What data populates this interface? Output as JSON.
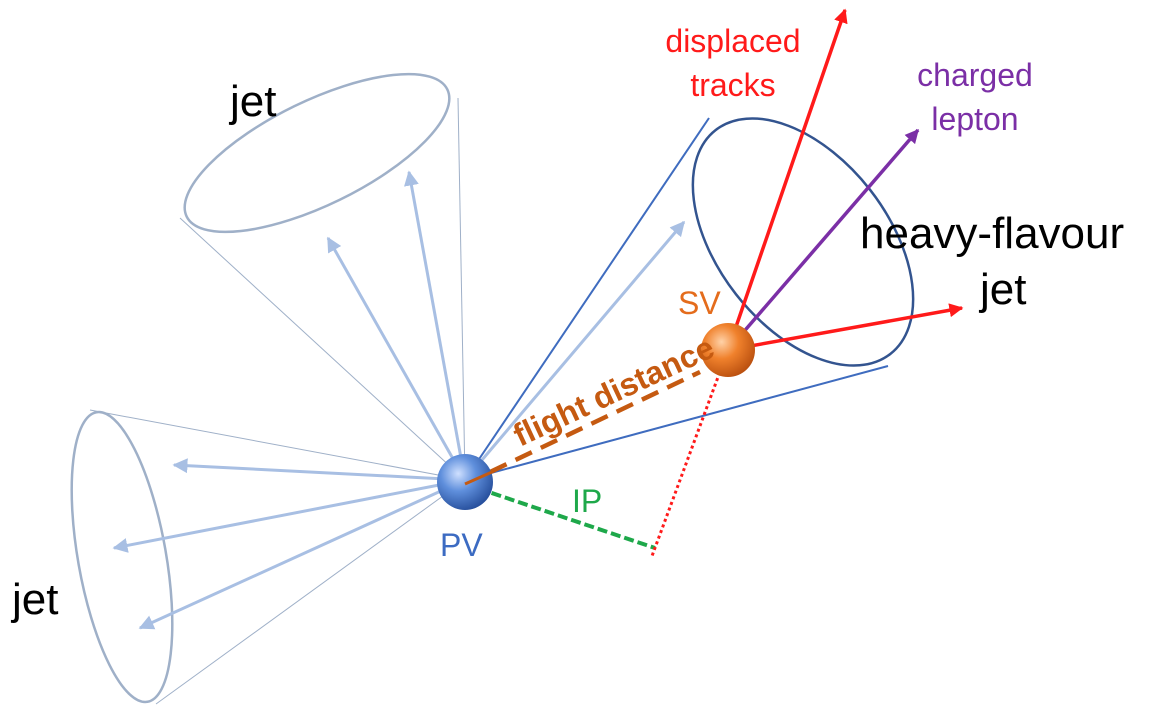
{
  "labels": {
    "jet_top": "jet",
    "jet_left": "jet",
    "hf_jet_line1": "heavy-flavour",
    "hf_jet_line2": "jet",
    "displaced_line1": "displaced",
    "displaced_line2": "tracks",
    "charged_line1": "charged",
    "charged_line2": "lepton",
    "sv": "SV",
    "pv": "PV",
    "ip": "IP",
    "flight_distance": "flight distance"
  },
  "colors": {
    "jet_cone": "#9fb0c8",
    "jet_tracks": "#a8bfe3",
    "hf_cone": "#3f6cbf",
    "hf_rim": "#33548f",
    "displaced": "#ff1a1a",
    "lepton": "#7b2fa6",
    "sv": "#e46c1c",
    "flight": "#c55a11",
    "pv": "#3c6bc2",
    "ip": "#1ea84a"
  }
}
